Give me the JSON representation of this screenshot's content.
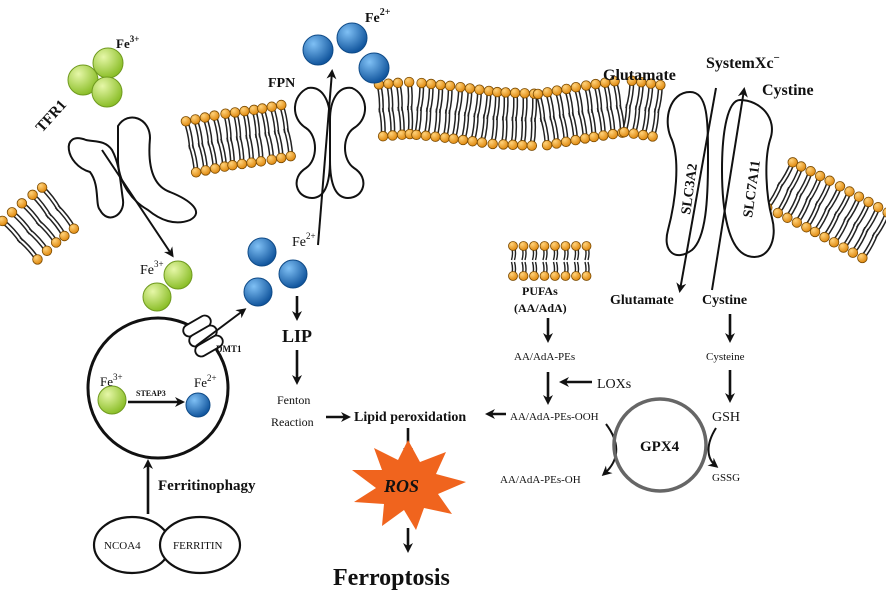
{
  "labels": {
    "tfr1": "TFR1",
    "fe3_top": "Fe",
    "fe3_top_sup": "3+",
    "fpn": "FPN",
    "fe2_top": "Fe",
    "fe2_top_sup": "2+",
    "glutamate_top": "Glutamate",
    "systemxc": "SystemXc",
    "systemxc_sup": "−",
    "cystine_top": "Cystine",
    "slc3a2": "SLC3A2",
    "slc7a11": "SLC7A11",
    "fe3_in": "Fe",
    "fe3_in_sup": "3+",
    "fe2_in": "Fe",
    "fe2_in_sup": "2+",
    "dmt1": "DMT1",
    "fe3_endo": "Fe",
    "fe3_endo_sup": "3+",
    "steap3": "STEAP3",
    "fe2_endo": "Fe",
    "fe2_endo_sup": "2+",
    "ferritinophagy": "Ferritinophagy",
    "ncoa4": "NCOA4",
    "ferritin": "FERRITIN",
    "lip": "LIP",
    "fenton_1": "Fenton",
    "fenton_2": "Reaction",
    "lipid_peroxidation": "Lipid peroxidation",
    "ros": "ROS",
    "ferroptosis": "Ferroptosis",
    "pufas_1": "PUFAs",
    "pufas_2": "(AA/AdA)",
    "aa_pes": "AA/AdA-PEs",
    "loxs": "LOXs",
    "aa_pes_ooh": "AA/AdA-PEs-OOH",
    "aa_pes_oh": "AA/AdA-PEs-OH",
    "gpx4": "GPX4",
    "glutamate_in": "Glutamate",
    "cystine_in": "Cystine",
    "cysteine": "Cysteine",
    "gsh": "GSH",
    "gssg": "GSSG"
  },
  "colors": {
    "fe3": "#9acd32",
    "fe2": "#1f6fc0",
    "lipid_head": "#f0a020",
    "ros_burst": "#f0641e",
    "gpx4_ring": "#666666"
  }
}
